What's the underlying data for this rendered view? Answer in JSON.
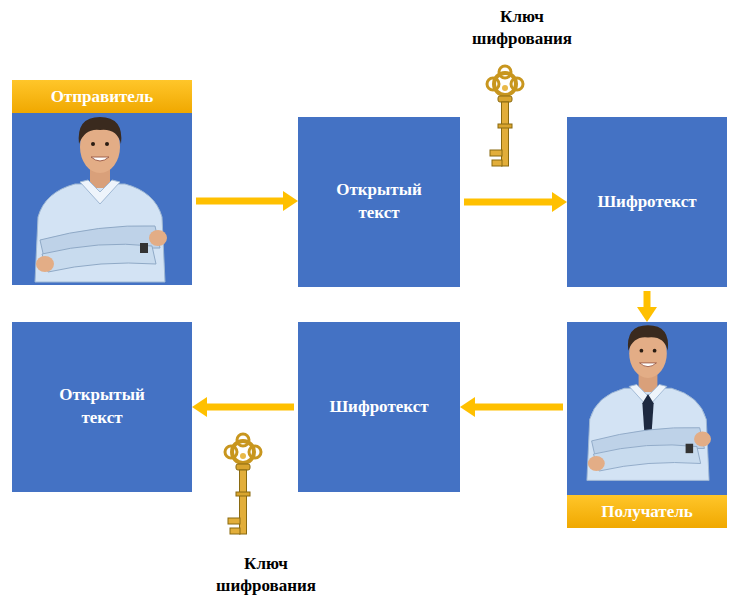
{
  "diagram": {
    "nodes": [
      {
        "text": [
          "Отправитель"
        ]
      },
      {
        "text": [
          "Открытый текст"
        ]
      },
      {
        "text": [
          "Шифротекст"
        ]
      },
      {
        "text": [
          "Получатель"
        ]
      },
      {
        "text": [
          "Шифротекст"
        ]
      },
      {
        "text": [
          "Открытый текст"
        ]
      }
    ],
    "edges": [
      {
        "from": 0,
        "to": 1,
        "arrow": "to"
      },
      {
        "from": 1,
        "to": 2,
        "arrow": "to"
      },
      {
        "from": 2,
        "to": 3,
        "arrow": "to"
      },
      {
        "from": 3,
        "to": 4,
        "arrow": "to"
      },
      {
        "from": 4,
        "to": 5,
        "arrow": "to"
      }
    ],
    "labels": [
      "Ключ шифрования",
      "Ключ шифрования"
    ]
  }
}
